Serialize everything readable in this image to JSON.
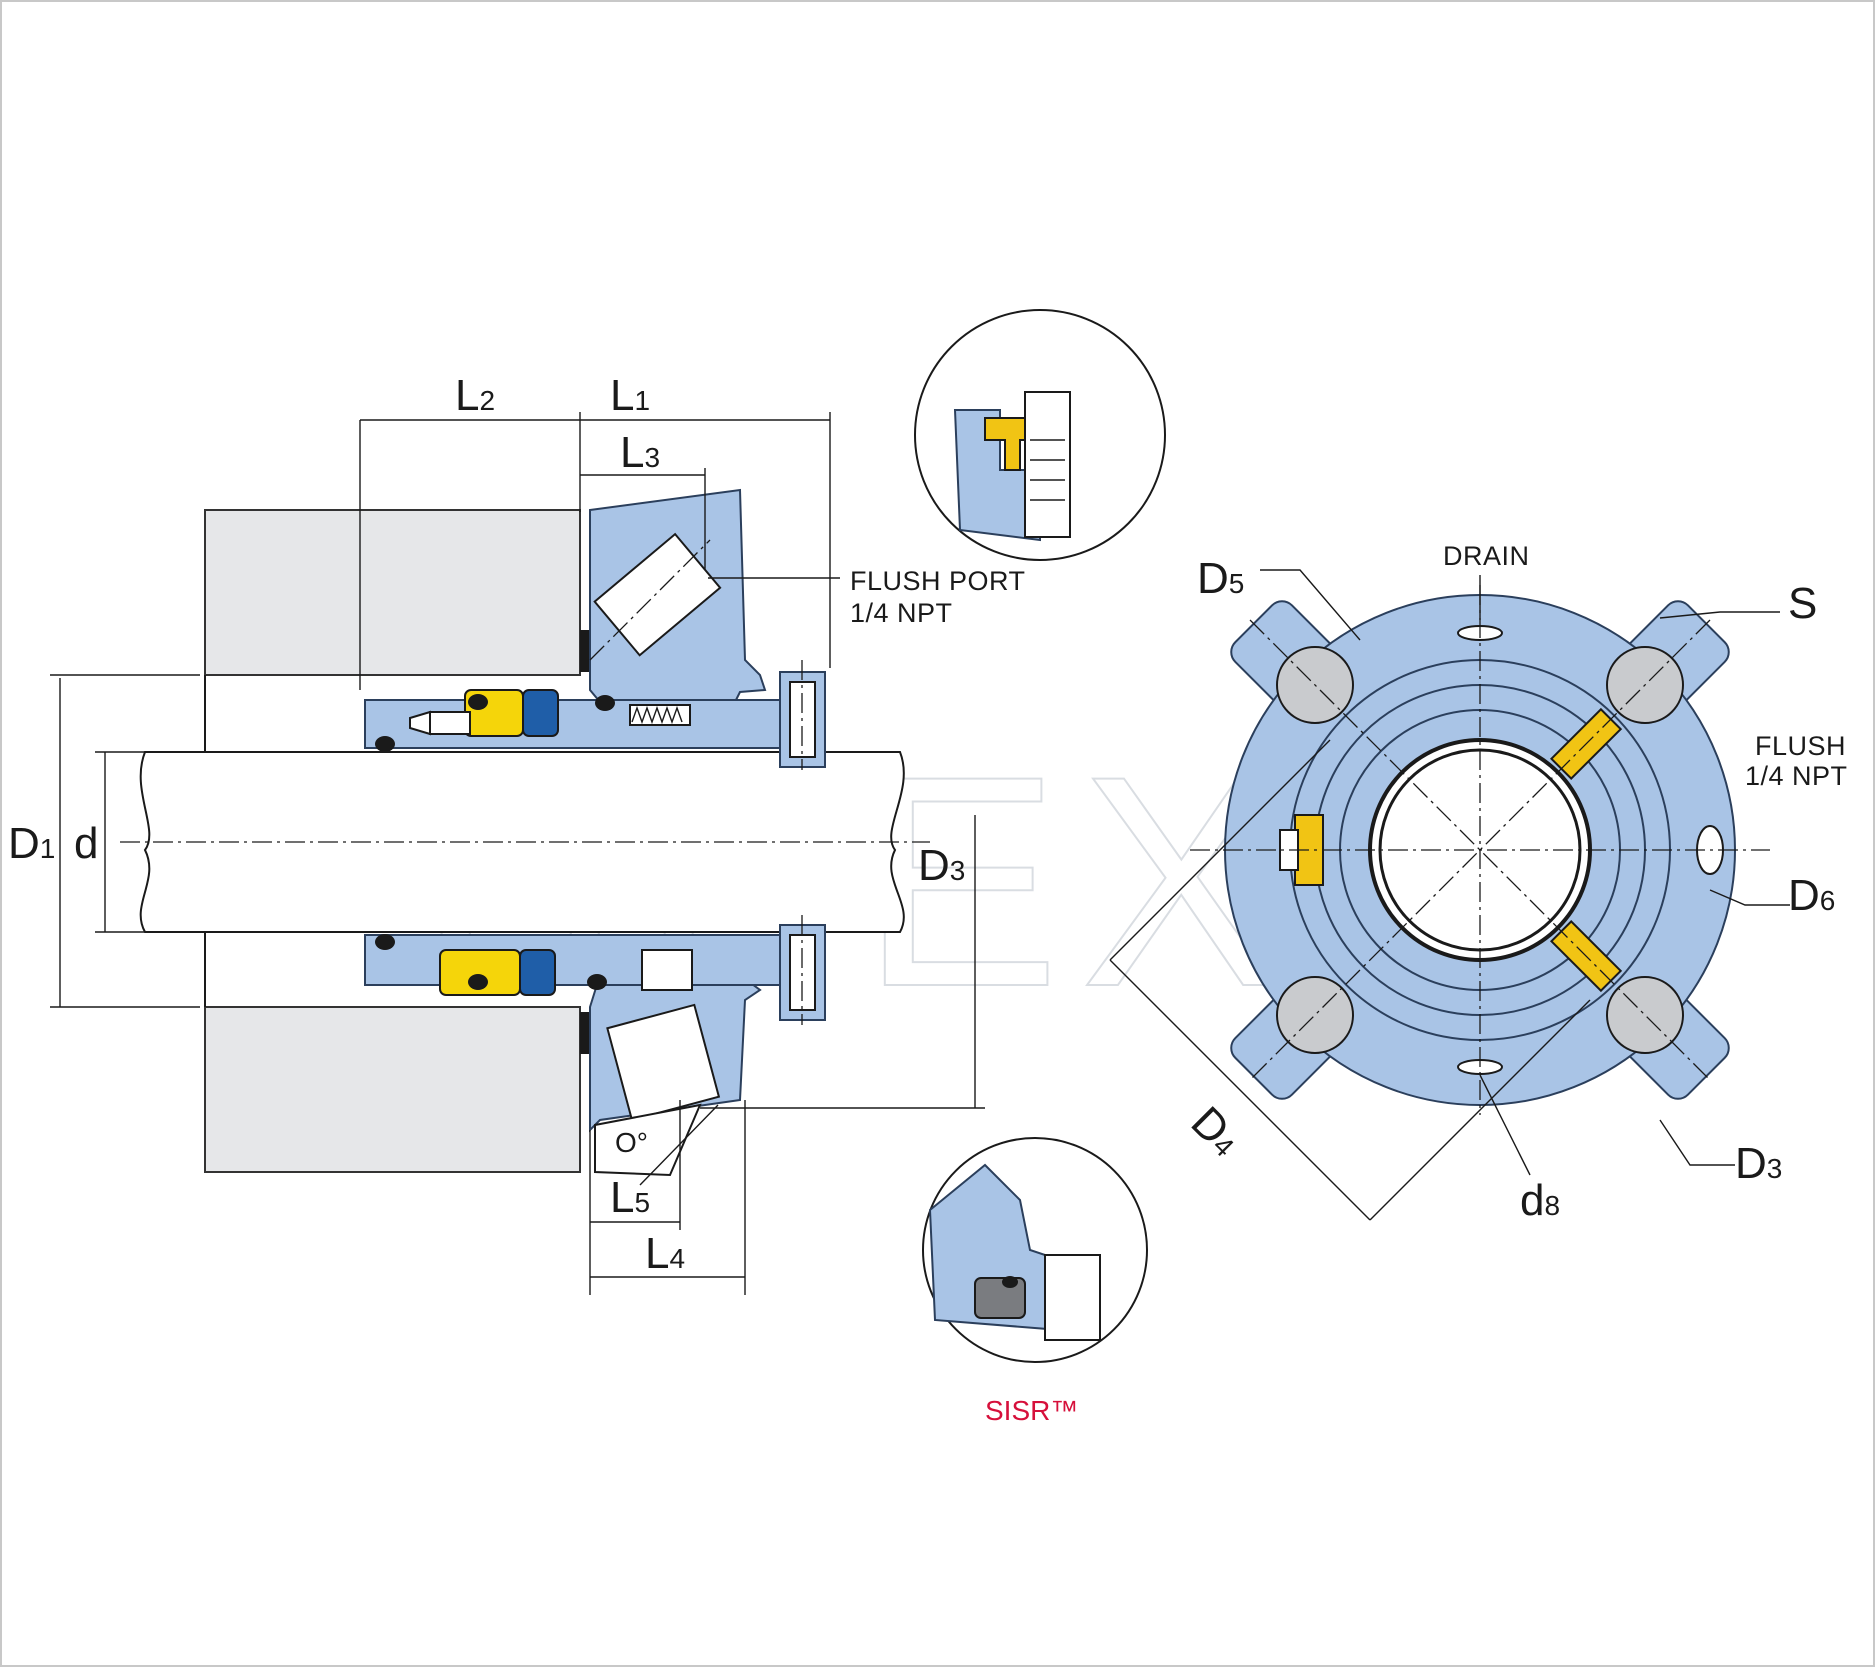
{
  "labels": {
    "l1": "L",
    "l1_sub": "1",
    "l2": "L",
    "l2_sub": "2",
    "l3": "L",
    "l3_sub": "3",
    "l4": "L",
    "l4_sub": "4",
    "l5": "L",
    "l5_sub": "5",
    "d1": "D",
    "d1_sub": "1",
    "d": "d",
    "d3_left": "D",
    "d3_left_sub": "3",
    "angle": "O°",
    "flush_port_line1": "FLUSH PORT",
    "flush_port_line2": "1/4 NPT",
    "drain": "DRAIN",
    "s": "S",
    "d5": "D",
    "d5_sub": "5",
    "flush_line1": "FLUSH",
    "flush_line2": "1/4 NPT",
    "d6": "D",
    "d6_sub": "6",
    "d4": "D",
    "d4_sub": "4",
    "d8": "d",
    "d8_sub": "8",
    "d3_right": "D",
    "d3_right_sub": "3",
    "watermark": "ABEX",
    "sisr": "SISR™"
  },
  "colors": {
    "seal_body": "#a9c4e6",
    "housing": "#e6e7e9",
    "elastomer_yellow": "#f5d50a",
    "seal_face_blue": "#1f5ea8",
    "clip_gold": "#f1c414",
    "sisr_red": "#d6103b"
  }
}
